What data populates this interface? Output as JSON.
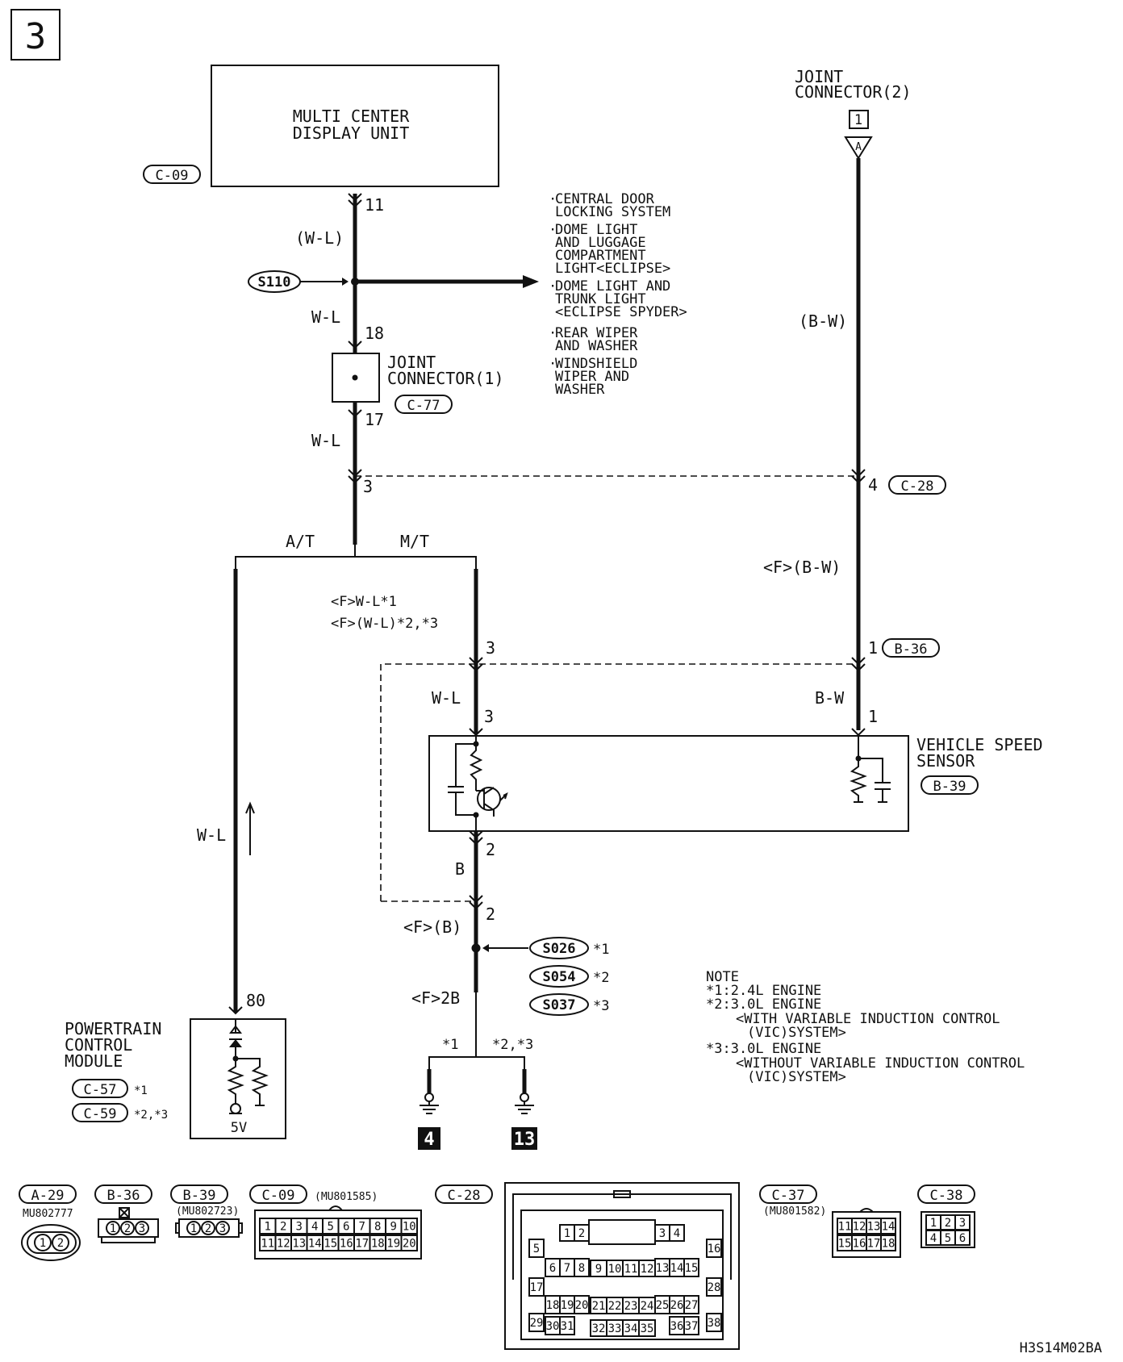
{
  "page_number": "3",
  "drawing_code": "H3S14M02BA",
  "components": {
    "mcdu": {
      "line1": "MULTI CENTER",
      "line2": "DISPLAY UNIT",
      "conn": "C-09",
      "pin": "11"
    },
    "jc2": {
      "line1": "JOINT",
      "line2": "CONNECTOR(2)",
      "num": "1",
      "tag": "A"
    },
    "jc1": {
      "line1": "JOINT",
      "line2": "CONNECTOR(1)",
      "conn": "C-77",
      "pin_in": "18",
      "pin_out": "17"
    },
    "pcm": {
      "line1": "POWERTRAIN",
      "line2": "CONTROL",
      "line3": "MODULE",
      "conn1": "C-57",
      "note1": "*1",
      "conn2": "C-59",
      "note2": "*2,*3",
      "pin": "80",
      "volt": "5V"
    },
    "vss": {
      "line1": "VEHICLE SPEED",
      "line2": "SENSOR",
      "conn": "B-39",
      "pin_a": "3",
      "pin_b": "1",
      "pin_c": "2"
    }
  },
  "splices": {
    "s110": "S110",
    "s026": "S026",
    "s026_note": "*1",
    "s054": "S054",
    "s054_note": "*2",
    "s037": "S037",
    "s037_note": "*3"
  },
  "branch_systems": [
    [
      "CENTRAL DOOR",
      "LOCKING SYSTEM"
    ],
    [
      "DOME LIGHT",
      "AND LUGGAGE",
      "COMPARTMENT",
      "LIGHT<ECLIPSE>"
    ],
    [
      "DOME LIGHT AND",
      "TRUNK LIGHT",
      "<ECLIPSE SPYDER>"
    ],
    [
      "REAR WIPER",
      "AND WASHER"
    ],
    [
      "WINDSHIELD",
      "WIPER AND",
      "WASHER"
    ]
  ],
  "wires": {
    "wl_paren": "(W-L)",
    "wl": "W-L",
    "bw_paren": "(B-W)",
    "f_bw": "<F>(B-W)",
    "bw": "B-W",
    "f_wl1": "<F>W-L*1",
    "f_wl2": "<F>(W-L)*2,*3",
    "b": "B",
    "f_b": "<F>(B)",
    "f_2b": "<F>2B",
    "at": "A/T",
    "mt": "M/T",
    "gnd_n1": "*1",
    "gnd_n23": "*2,*3"
  },
  "connector_pins": {
    "c28_conn": "C-28",
    "c28_left": "3",
    "c28_right": "4",
    "b36_conn": "B-36",
    "b36_pin": "1",
    "b36_left": "3"
  },
  "grounds": [
    "4",
    "13"
  ],
  "notes": {
    "title": "NOTE",
    "n1": "*1:2.4L ENGINE",
    "n2a": "*2:3.0L ENGINE",
    "n2b": "<WITH VARIABLE INDUCTION CONTROL",
    "n2c": "(VIC)SYSTEM>",
    "n3a": "*3:3.0L ENGINE",
    "n3b": "<WITHOUT VARIABLE INDUCTION CONTROL",
    "n3c": "(VIC)SYSTEM>"
  },
  "connector_views": {
    "a29": {
      "label": "A-29",
      "part": "MU802777",
      "pins": [
        "1",
        "2"
      ]
    },
    "b36": {
      "label": "B-36",
      "pins": [
        "1",
        "2",
        "3"
      ]
    },
    "b39": {
      "label": "B-39",
      "part": "(MU802723)",
      "pins": [
        "1",
        "2",
        "3"
      ]
    },
    "c09": {
      "label": "C-09",
      "part": "(MU801585)",
      "row1": [
        "1",
        "2",
        "3",
        "4",
        "5",
        "6",
        "7",
        "8",
        "9",
        "10"
      ],
      "row2": [
        "11",
        "12",
        "13",
        "14",
        "15",
        "16",
        "17",
        "18",
        "19",
        "20"
      ]
    },
    "c28": {
      "label": "C-28",
      "pins": [
        "1",
        "2",
        "3",
        "4",
        "5",
        "6",
        "7",
        "8",
        "9",
        "10",
        "11",
        "12",
        "13",
        "14",
        "15",
        "16",
        "17",
        "18",
        "19",
        "20",
        "21",
        "22",
        "23",
        "24",
        "25",
        "26",
        "27",
        "28",
        "29",
        "30",
        "31",
        "32",
        "33",
        "34",
        "35",
        "36",
        "37",
        "38"
      ]
    },
    "c37": {
      "label": "C-37",
      "part": "(MU801582)",
      "row1": [
        "11",
        "12",
        "13",
        "14"
      ],
      "row2": [
        "15",
        "16",
        "17",
        "18"
      ]
    },
    "c38": {
      "label": "C-38",
      "row1": [
        "1",
        "2",
        "3"
      ],
      "row2": [
        "4",
        "5",
        "6"
      ]
    }
  }
}
